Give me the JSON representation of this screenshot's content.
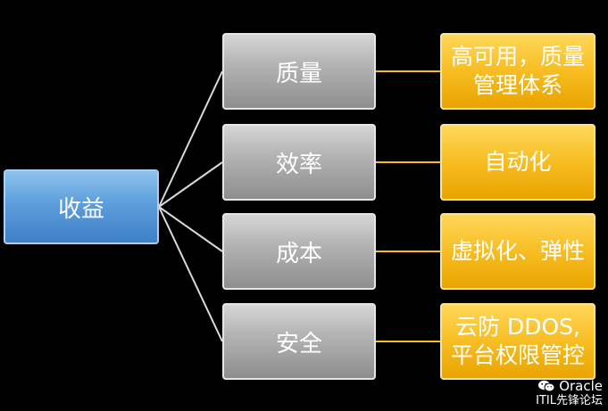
{
  "diagram": {
    "root": {
      "label": "收益"
    },
    "branches": [
      {
        "label": "质量",
        "detail": "高可用，质量\n管理体系"
      },
      {
        "label": "效率",
        "detail": "自动化"
      },
      {
        "label": "成本",
        "detail": "虚拟化、弹性"
      },
      {
        "label": "安全",
        "detail": "云防 DDOS,\n平台权限管控"
      }
    ]
  },
  "colors": {
    "background": "#000000",
    "root": "#5c9edb",
    "branch": "#b4b4b4",
    "leaf": "#f7bd22",
    "connector_left": "#d9d9d9",
    "connector_right": "#f7bd22"
  },
  "watermark": {
    "icon": "wechat-icon",
    "line1": "Oracle",
    "line2": "ITIL先锋论坛"
  }
}
